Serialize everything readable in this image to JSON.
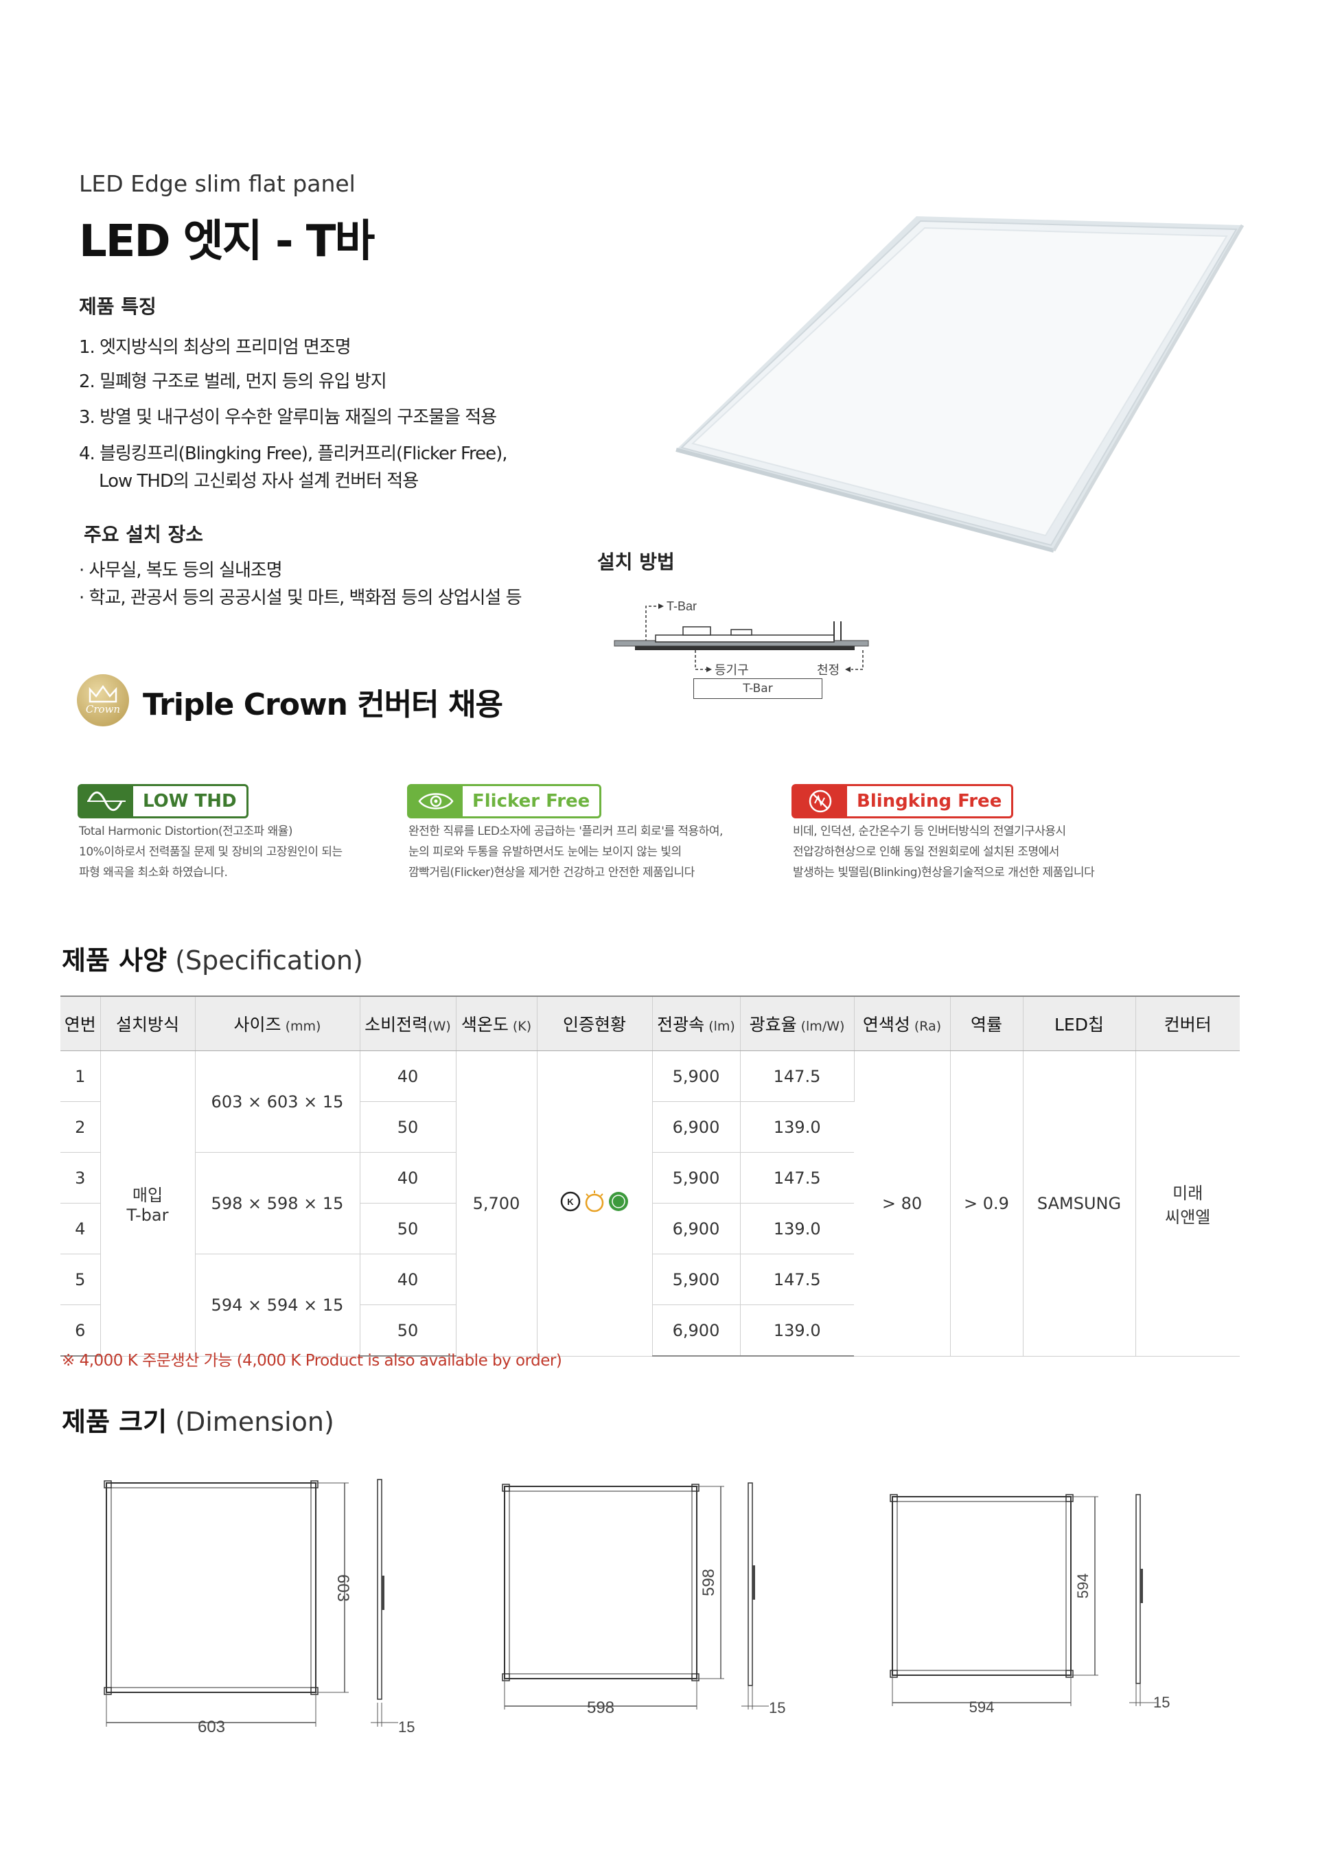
{
  "header": {
    "subtitle": "LED Edge slim flat panel",
    "title": "LED 엣지  - T바"
  },
  "features": {
    "heading": "제품 특징",
    "items": [
      "1. 엣지방식의 최상의 프리미엄 면조명",
      "2. 밀폐형 구조로 벌레, 먼지 등의 유입 방지",
      "3. 방열 및 내구성이 우수한  알루미늄 재질의 구조물을 적용",
      "4. 블링킹프리(Blingking Free), 플리커프리(Flicker Free),",
      "    Low THD의 고신뢰성 자사 설계 컨버터 적용"
    ]
  },
  "install_places": {
    "heading": "주요 설치 장소",
    "items": [
      "· 사무실, 복도 등의 실내조명",
      "· 학교, 관공서 등의 공공시설 및 마트, 백화점 등의 상업시설 등"
    ]
  },
  "install_method": {
    "heading": "설치 방법",
    "tbar_top": "T-Bar",
    "fixture": "등기구",
    "ceiling": "천정",
    "tbar_box": "T-Bar"
  },
  "crown": {
    "logo_text": "Crown",
    "title": "Triple Crown 컨버터 채용"
  },
  "badges": [
    {
      "label": "LOW THD",
      "color": "#3d7a2e",
      "icon": "sine-wave-icon",
      "desc": [
        "Total Harmonic Distortion(전고조파 왜율)",
        "10%이하로서 전력품질 문제 및 장비의 고장원인이 되는",
        "파형 왜곡을 최소화 하였습니다."
      ]
    },
    {
      "label": "Flicker Free",
      "color": "#6db33f",
      "icon": "eye-icon",
      "desc": [
        "완전한 직류를 LED소자에 공급하는 '플리커 프리 회로'를 적용하여,",
        "눈의 피로와 두통을 유발하면서도 눈에는 보이지 않는 빛의",
        "깜빡거림(Flicker)현상을 제거한 건강하고 안전한 제품입니다"
      ]
    },
    {
      "label": "Blingking Free",
      "color": "#d9342b",
      "icon": "no-blink-icon",
      "desc": [
        "비데, 인덕션, 순간온수기 등 인버터방식의 전열기구사용시",
        "전압강하현상으로 인해 동일 전원회로에 설치된 조명에서",
        "발생하는 빛떨림(Blinking)현상을기술적으로 개선한 제품입니다"
      ]
    }
  ],
  "spec": {
    "heading_bold": "제품 사양",
    "heading_light": " (Specification)",
    "headers": [
      "연번",
      "설치방식",
      "사이즈",
      "소비전력",
      "색온도",
      "인증현황",
      "전광속",
      "광효율",
      "연색성",
      "역률",
      "LED칩",
      "컨버터"
    ],
    "units": [
      "",
      "",
      " (mm)",
      "(W)",
      " (K)",
      "",
      " (lm)",
      " (lm/W)",
      " (Ra)",
      "",
      "",
      ""
    ],
    "install_type_1": "매입",
    "install_type_2": "T-bar",
    "color_temp": "5,700",
    "cri": "> 80",
    "pf": "> 0.9",
    "led_chip": "SAMSUNG",
    "converter_1": "미래",
    "converter_2": "씨앤엘",
    "sizes": [
      "603 × 603 × 15",
      "598 × 598 × 15",
      "594 × 594 × 15"
    ],
    "rows": [
      {
        "no": "1",
        "power": "40",
        "flux": "5,900",
        "eff": "147.5"
      },
      {
        "no": "2",
        "power": "50",
        "flux": "6,900",
        "eff": "139.0"
      },
      {
        "no": "3",
        "power": "40",
        "flux": "5,900",
        "eff": "147.5"
      },
      {
        "no": "4",
        "power": "50",
        "flux": "6,900",
        "eff": "139.0"
      },
      {
        "no": "5",
        "power": "40",
        "flux": "5,900",
        "eff": "147.5"
      },
      {
        "no": "6",
        "power": "50",
        "flux": "6,900",
        "eff": "139.0"
      }
    ],
    "note": "※  4,000 K 주문생산 가능 (4,000 K Product is also available by order)"
  },
  "dimension": {
    "heading_bold": "제품 크기",
    "heading_light": " (Dimension)",
    "panels": [
      {
        "size": "603",
        "thickness": "15"
      },
      {
        "size": "598",
        "thickness": "15"
      },
      {
        "size": "594",
        "thickness": "15"
      }
    ]
  }
}
